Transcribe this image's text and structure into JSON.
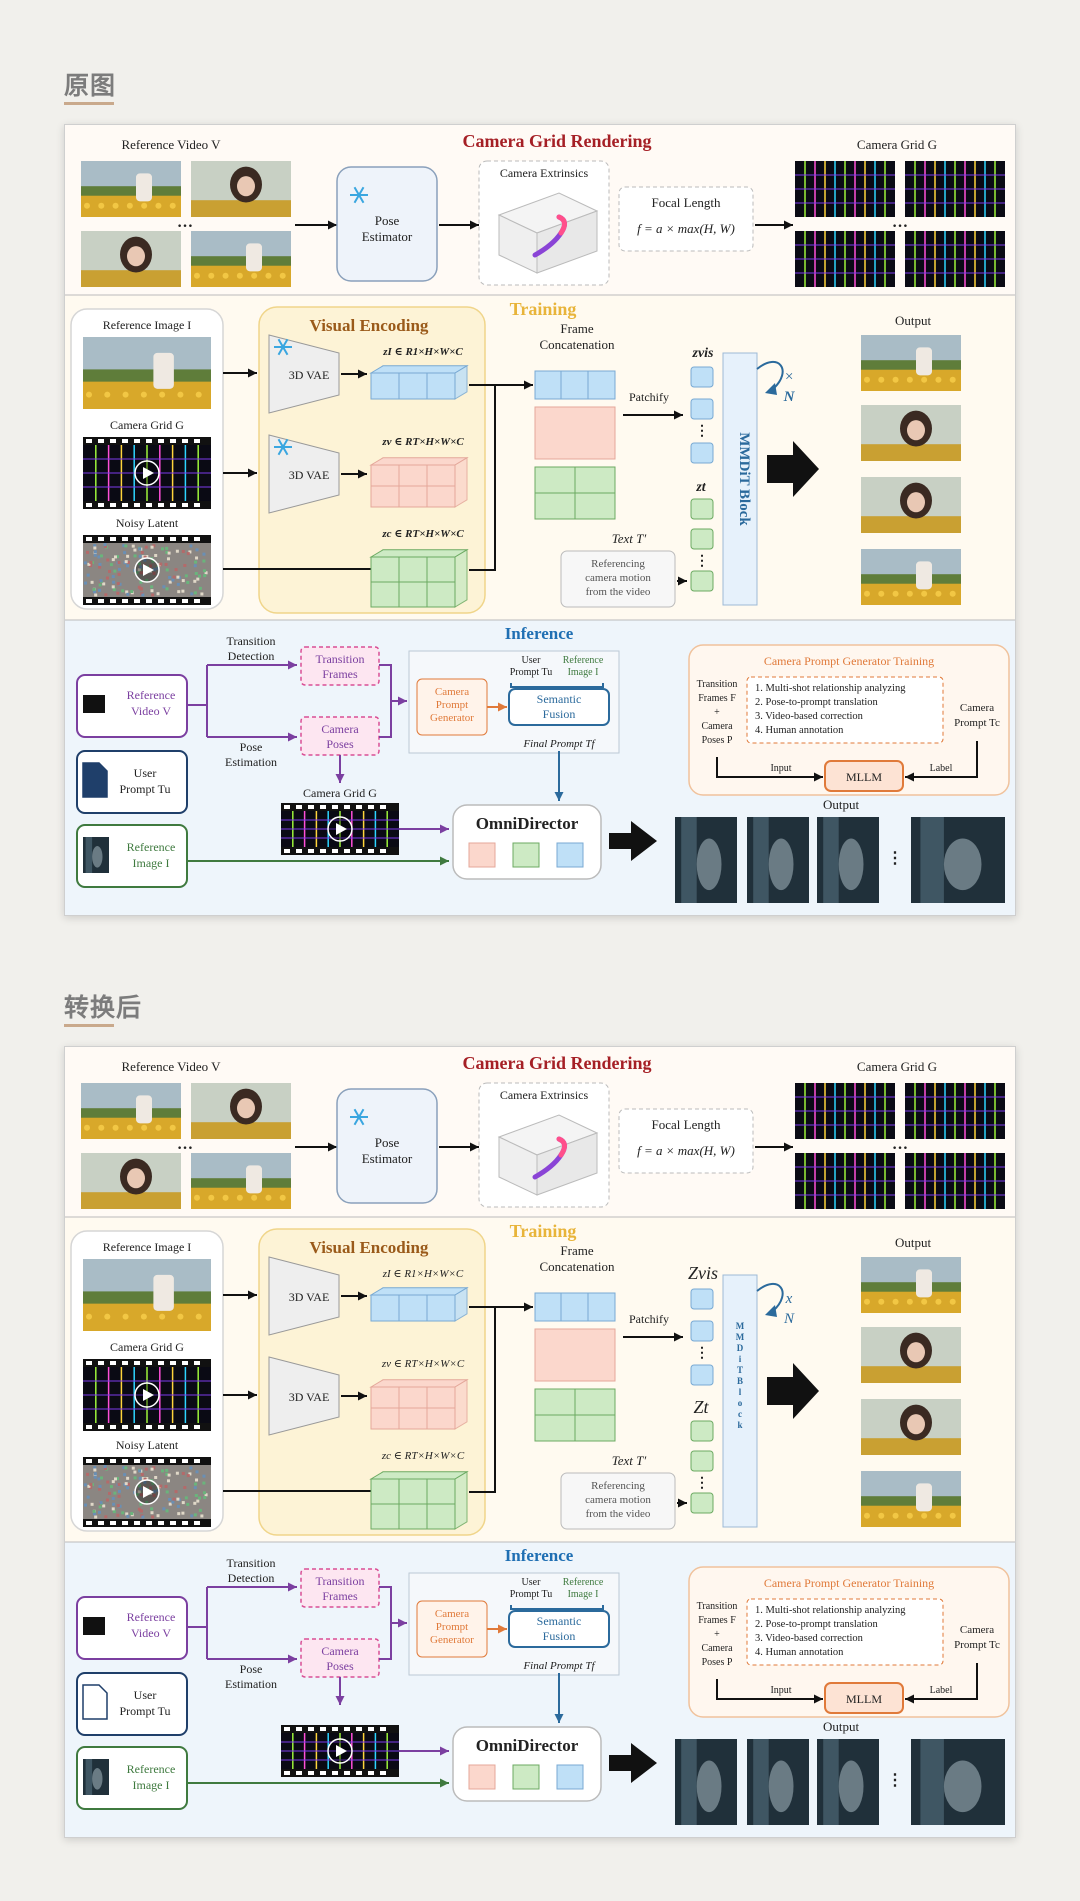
{
  "headings": {
    "original": "原图",
    "converted": "转换后"
  },
  "original": {
    "camera_grid": {
      "title": "Camera Grid Rendering",
      "reference_video": "Reference Video V",
      "pose_estimator": [
        "Pose",
        "Estimator"
      ],
      "camera_extrinsics": "Camera Extrinsics",
      "focal_length": "Focal Length",
      "focal_formula": "f = a × max(H, W)",
      "camera_grid": "Camera Grid G",
      "ellipsis": "…"
    },
    "training": {
      "title": "Training",
      "reference_image": "Reference Image I",
      "camera_grid": "Camera Grid G",
      "noisy_latent": "Noisy Latent",
      "visual_encoding": "Visual Encoding",
      "vae": "3D VAE",
      "z_i": "zI ∈ R1×H×W×C",
      "z_v": "zv ∈ RT×H×W×C",
      "z_c": "zc ∈ RT×H×W×C",
      "frame_concat": [
        "Frame",
        "Concatenation"
      ],
      "patchify": "Patchify",
      "z_vis": "zvis",
      "z_t": "zt",
      "times_n": [
        "×",
        "N"
      ],
      "mmdit": "MMDiT Block",
      "text_prompt": "Text T′",
      "text_box": [
        "Referencing",
        "camera motion",
        "from the video"
      ],
      "output": "Output"
    },
    "inference": {
      "title": "Inference",
      "reference_video": [
        "Reference",
        "Video V"
      ],
      "user_prompt": [
        "User",
        "Prompt Tu"
      ],
      "reference_image": [
        "Reference",
        "Image I"
      ],
      "transition_detection": [
        "Transition",
        "Detection"
      ],
      "pose_estimation": [
        "Pose",
        "Estimation"
      ],
      "transition_frames": [
        "Transition",
        "Frames"
      ],
      "camera_poses": [
        "Camera",
        "Poses"
      ],
      "camera_prompt_generator": [
        "Camera",
        "Prompt",
        "Generator"
      ],
      "user_prompt_small": [
        "User",
        "Prompt Tu"
      ],
      "reference_image_small": [
        "Reference",
        "Image I"
      ],
      "semantic_fusion": [
        "Semantic",
        "Fusion"
      ],
      "final_prompt": "Final Prompt Tf",
      "camera_grid": "Camera Grid G",
      "omnidirector": "OmniDirector",
      "output": "Output",
      "cpg_title": "Camera Prompt Generator Training",
      "cpg_inputs": [
        "Transition",
        "Frames F",
        "+",
        "Camera",
        "Poses P"
      ],
      "cpg_items": [
        "1.  Multi-shot relationship analyzing",
        "2.  Pose-to-prompt translation",
        "3.  Video-based correction",
        "4.  Human annotation"
      ],
      "cpg_prompt": [
        "Camera",
        "Prompt Tc"
      ],
      "input": "Input",
      "label": "Label",
      "mllm": "MLLM"
    }
  },
  "converted": {
    "camera_grid": {
      "title": "Camera Grid Rendering",
      "reference_video": "Reference Video V",
      "pose_estimator": [
        "Pose",
        "Estimator"
      ],
      "camera_extrinsics": "Camera Extrinsics",
      "focal_length": "Focal Length",
      "focal_formula": "f = a × max(H, W)",
      "camera_grid": "Camera Grid G",
      "ellipsis": "…"
    },
    "training": {
      "title": "Training",
      "reference_image": "Reference Image I",
      "camera_grid": "Camera Grid G",
      "noisy_latent": "Noisy Latent",
      "visual_encoding": "Visual Encoding",
      "vae": "3D VAE",
      "z_i": "zI ∈ R1×H×W×C",
      "z_v": "zv ∈ RT×H×W×C",
      "z_c": "zc ∈ RT×H×W×C",
      "frame_concat": [
        "Frame",
        "Concatenation"
      ],
      "patchify": "Patchify",
      "z_vis": "Zvis",
      "z_t": "Zt",
      "times_n": [
        "x",
        "N"
      ],
      "mmdit": "MMDiTBlock",
      "text_prompt": "Text T′",
      "text_box": [
        "Referencing",
        "camera motion",
        "from the video"
      ],
      "output": "Output"
    },
    "inference": {
      "title": "Inference",
      "reference_video": [
        "Reference",
        "Video V"
      ],
      "user_prompt": [
        "User",
        "Prompt Tu"
      ],
      "reference_image": [
        "Reference",
        "Image I"
      ],
      "transition_detection": [
        "Transition",
        "Detection"
      ],
      "pose_estimation": [
        "Pose",
        "Estimation"
      ],
      "transition_frames": [
        "Transition",
        "Frames"
      ],
      "camera_poses": [
        "Camera",
        "Poses"
      ],
      "camera_prompt_generator": [
        "Camera",
        "Prompt",
        "Generator"
      ],
      "user_prompt_small": [
        "User",
        "Prompt Tu"
      ],
      "reference_image_small": [
        "Reference",
        "Image I"
      ],
      "semantic_fusion": [
        "Semantic",
        "Fusion"
      ],
      "final_prompt": "Final Prompt Tf",
      "camera_grid": "",
      "omnidirector": "OmniDirector",
      "output": "Output",
      "cpg_title": "Camera Prompt Generator Training",
      "cpg_inputs": [
        "Transition",
        "Frames F",
        "+",
        "Camera",
        "Poses P"
      ],
      "cpg_items": [
        "1. Multi-shot relationship analyzing",
        "2. Pose-to-prompt translation",
        "3. Video-based correction",
        "4. Human annotation"
      ],
      "cpg_prompt": [
        "Camera",
        "Prompt Tc"
      ],
      "input": "Input",
      "label": "Label",
      "mllm": "MLLM"
    }
  },
  "colors": {
    "camera_title": "#a51f25",
    "training_title": "#e8b43a",
    "inference_title": "#1f6fb3",
    "visual_encoding": "#9a5a1a",
    "purple": "#7b3fa0",
    "pink": "#d94f95",
    "orange": "#e07a3a",
    "blue": "#2b6a9c",
    "green": "#3f7a3f"
  }
}
